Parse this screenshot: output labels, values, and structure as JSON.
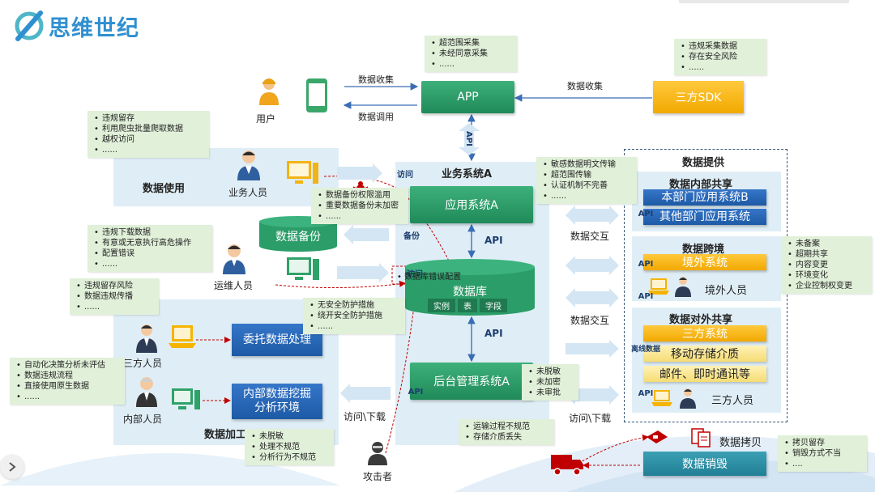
{
  "brand": {
    "name": "思维世纪"
  },
  "nodes": {
    "app": "APP",
    "sdk": "三方SDK",
    "biz_system": "业务系统A",
    "app_system": "应用系统A",
    "database": "数据库",
    "db_fields": [
      "实例",
      "表",
      "字段"
    ],
    "backend": "后台管理系统A",
    "data_backup": "数据备份",
    "outsource": "委托数据处理",
    "mining": "内部数据挖掘分析环境",
    "data_provide": "数据提供",
    "internal_share": "数据内部共享",
    "dept_app_b": "本部门应用系统B",
    "other_dept_app": "其他部门应用系统",
    "cross_border": "数据跨境",
    "overseas_system": "境外系统",
    "overseas_person": "境外人员",
    "external_share": "数据对外共享",
    "third_system": "三方系统",
    "mobile_storage": "移动存储介质",
    "email_im": "邮件、即时通讯等",
    "third_person_right": "三方人员",
    "data_copy": "数据拷贝",
    "data_destroy": "数据销毁"
  },
  "people": {
    "user": "用户",
    "business": "业务人员",
    "ops": "运维人员",
    "third": "三方人员",
    "internal": "内部人员",
    "attacker": "攻击者"
  },
  "zones": {
    "data_use": "数据使用",
    "data_process": "数据加工"
  },
  "edges": {
    "collect_top": "数据收集",
    "call": "数据调用",
    "collect_sdk": "数据收集",
    "api_vertical": "API",
    "access1": "访问",
    "backup": "备份",
    "access2": "访问",
    "api_app_db": "API",
    "api_db_backend": "API",
    "api_left": "API",
    "access_download_left": "访问\\下载",
    "api1": "API",
    "exchange1": "数据交互",
    "api2": "API",
    "api3": "API",
    "exchange2": "数据交互",
    "offline": "离线数据",
    "api4": "API",
    "access_download_right": "访问\\下载"
  },
  "notes": {
    "app_risks": [
      "超范围采集",
      "未经同意采集",
      "......"
    ],
    "sdk_risks": [
      "违规采集数据",
      "存在安全风险",
      "......"
    ],
    "use_risks": [
      "违规留存",
      "利用爬虫批量爬取数据",
      "越权访问",
      "......"
    ],
    "backup_risks": [
      "数据备份权限滥用",
      "重要数据备份未加密",
      "......"
    ],
    "transfer_risks": [
      "敏感数据明文传输",
      "超范围传输",
      "认证机制不完善",
      "......"
    ],
    "ops_risks": [
      "违规下载数据",
      "有意或无意执行高危操作",
      "配置错误",
      "......"
    ],
    "db_risk": [
      "数据库错误配置"
    ],
    "outsource_risks": [
      "违规留存风险",
      "数据违规传播",
      "......"
    ],
    "db_protect": [
      "无安全防护措施",
      "绕开安全防护措施",
      "......"
    ],
    "auto_risks": [
      "自动化决策分析未评估",
      "数据违规流程",
      "直接使用原生数据",
      "......"
    ],
    "backend_risks": [
      "未脱敏",
      "未加密",
      "未审批"
    ],
    "process_risks": [
      "未脱敏",
      "处理不规范",
      "分析行为不规范"
    ],
    "transport_risks": [
      "运输过程不规范",
      "存储介质丢失"
    ],
    "cross_risks": [
      "未备案",
      "超期共享",
      "内容变更",
      "环境变化",
      "企业控制权变更"
    ],
    "copy_risks": [
      "拷贝留存",
      "销毁方式不当",
      "...."
    ]
  },
  "colors": {
    "green": "#2e9e6a",
    "blue": "#2a6cbe",
    "yellow": "#f7b500",
    "teal": "#2c8fa6",
    "note": "#e1f0d9",
    "zone": "#dfeef6",
    "risk_red": "#c00000"
  }
}
